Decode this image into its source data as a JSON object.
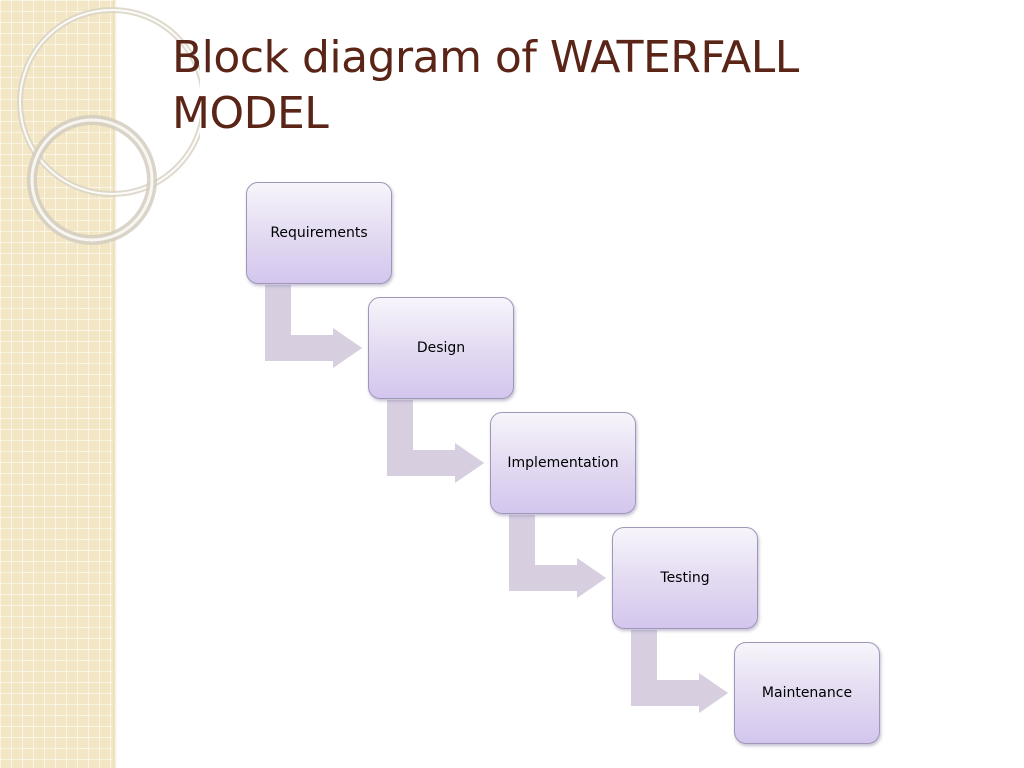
{
  "slide": {
    "title": "Block diagram of WATERFALL MODEL"
  },
  "diagram": {
    "type": "waterfall-flow",
    "steps": [
      {
        "label": "Requirements"
      },
      {
        "label": "Design"
      },
      {
        "label": "Implementation"
      },
      {
        "label": "Testing"
      },
      {
        "label": "Maintenance"
      }
    ]
  },
  "colors": {
    "title": "#5a2417",
    "box_top": "#f7f5fb",
    "box_bottom": "#d3c6ee",
    "box_border": "#9f96b8",
    "arrow_fill": "#d7cfe0",
    "sidebar": "#f2e6c4"
  }
}
